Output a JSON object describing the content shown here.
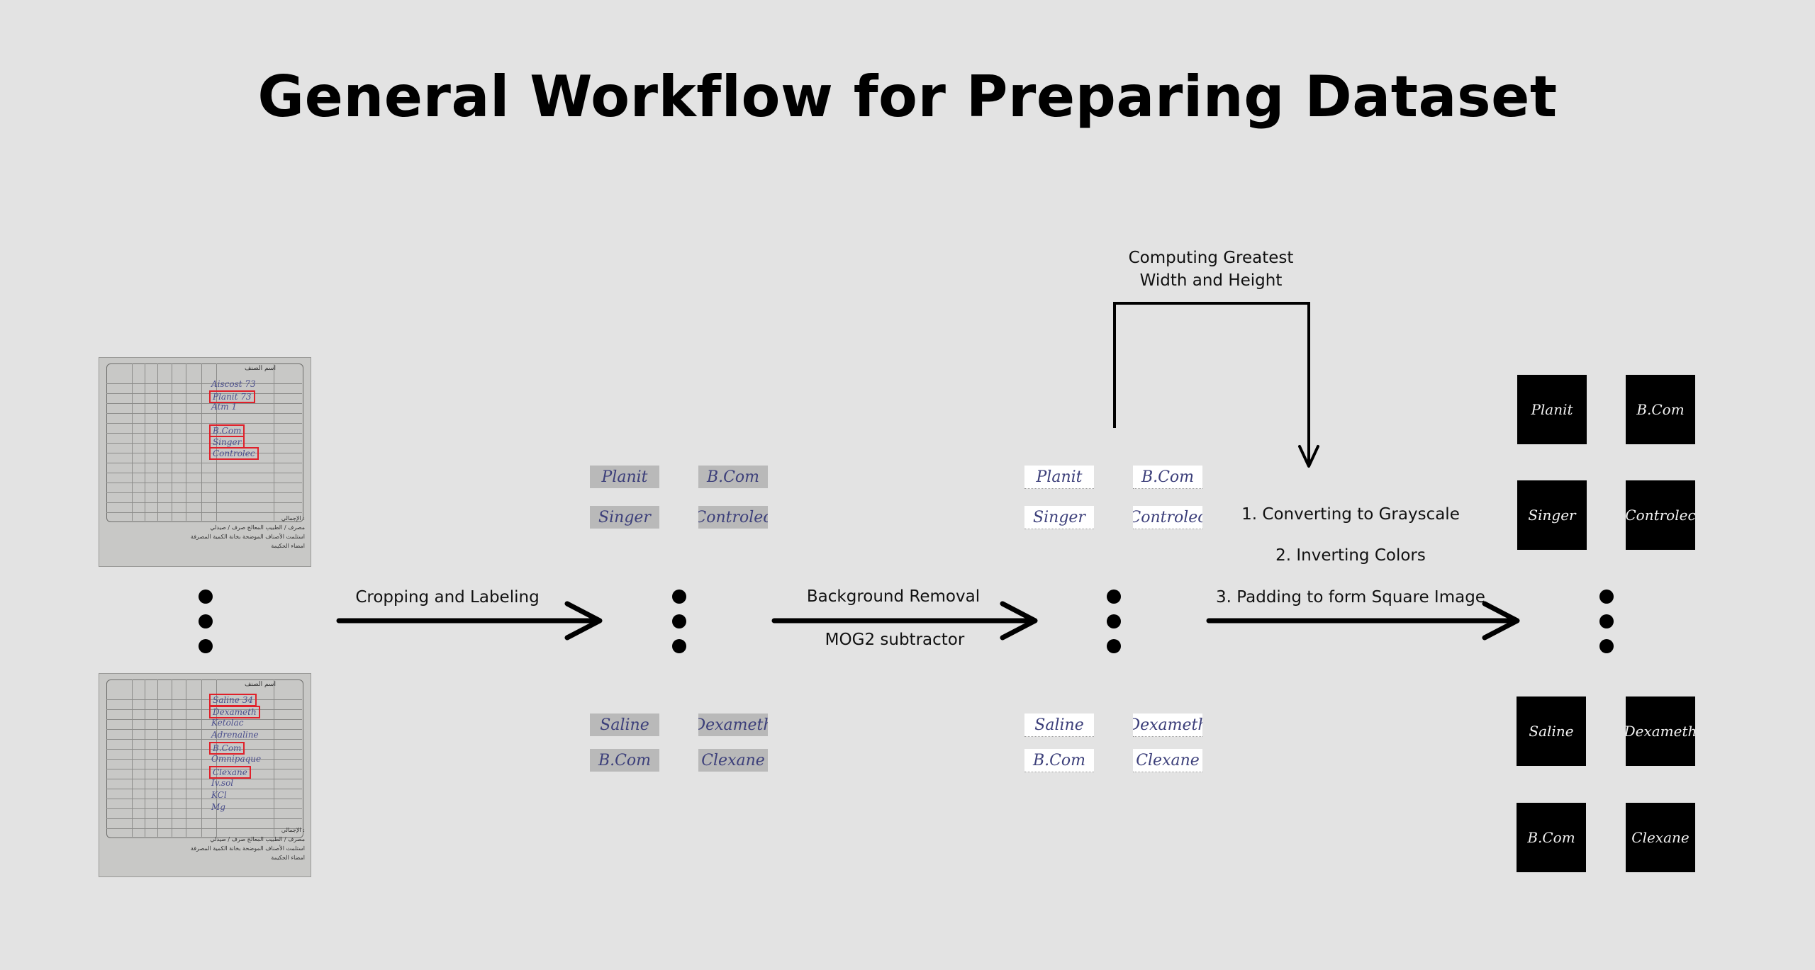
{
  "title": "General Workflow for Preparing Dataset",
  "steps": {
    "crop_label": "Cropping and Labeling",
    "background_label": "Background Removal",
    "background_sublabel": "MOG2 subtractor",
    "compute_label": "Computing Greatest\nWidth and Height",
    "step1": "1. Converting to Grayscale",
    "step2": "2. Inverting Colors",
    "step3": "3. Padding to form Square Image"
  },
  "forms": {
    "top": {
      "header_right": "اسم الصنف",
      "entries": [
        "Aiscost 73",
        "Planit 73",
        "Atm 1",
        "",
        "B.Com",
        "Singer",
        "Controlec"
      ],
      "boxed": [
        1,
        4,
        5,
        6
      ],
      "footer": [
        "الإجمالي :",
        "مصرف / الطبيب المعالج   صرف / صيدلي",
        "استلمت الأصناف الموضحة بخانة الكمية المصرفة",
        "امضاء الحكيمة"
      ]
    },
    "bottom": {
      "header_right": "اسم الصنف",
      "entries": [
        "Saline 34",
        "Dexameth",
        "Ketolac",
        "Adrenaline",
        "B.Com",
        "Omnipaque",
        "Clexane",
        "Iv.sol",
        "KCl",
        "Mg"
      ],
      "boxed": [
        0,
        1,
        4,
        6
      ],
      "footer": [
        "الإجمالي :",
        "مصرف / الطبيب المعالج   صرف / صيدلي",
        "استلمت الأصناف الموضحة بخانة الكمية المصرفة",
        "امضاء الحكيمة"
      ]
    }
  },
  "crops": {
    "top": [
      "Planit",
      "B.Com",
      "Singer",
      "Controlec"
    ],
    "bottom": [
      "Saline",
      "Dexameth",
      "B.Com",
      "Clexane"
    ]
  },
  "colors": {
    "background": "#e3e3e3",
    "arrow": "#000000",
    "box_highlight": "#e0202a",
    "ink": "#3c3f7a"
  }
}
